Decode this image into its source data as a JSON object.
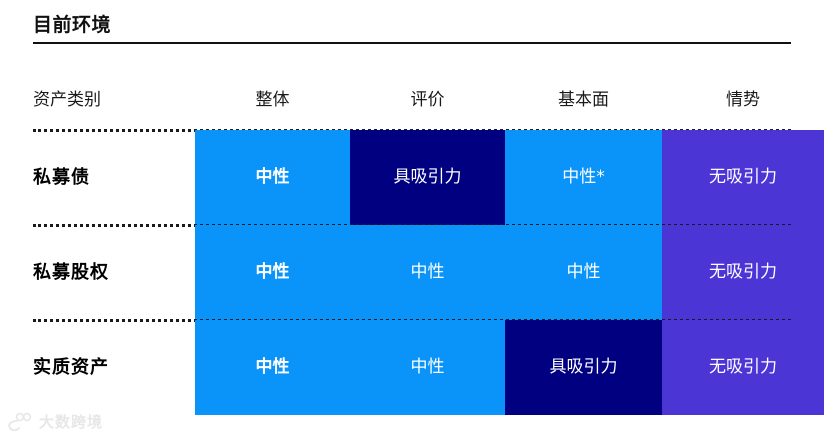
{
  "title": "目前环境",
  "table": {
    "columns": [
      "资产类别",
      "整体",
      "评价",
      "基本面",
      "情势"
    ],
    "rows": [
      {
        "label": "私募债",
        "cells": [
          {
            "text": "中性",
            "color": "#0a93f8",
            "bold": true
          },
          {
            "text": "具吸引力",
            "color": "#000080",
            "bold": false
          },
          {
            "text": "中性*",
            "color": "#0a93f8",
            "bold": false
          },
          {
            "text": "无吸引力",
            "color": "#4b35d5",
            "bold": false
          }
        ]
      },
      {
        "label": "私募股权",
        "cells": [
          {
            "text": "中性",
            "color": "#0a93f8",
            "bold": true
          },
          {
            "text": "中性",
            "color": "#0a93f8",
            "bold": false
          },
          {
            "text": "中性",
            "color": "#0a93f8",
            "bold": false
          },
          {
            "text": "无吸引力",
            "color": "#4b35d5",
            "bold": false
          }
        ]
      },
      {
        "label": "实质资产",
        "cells": [
          {
            "text": "中性",
            "color": "#0a93f8",
            "bold": true
          },
          {
            "text": "中性",
            "color": "#0a93f8",
            "bold": false
          },
          {
            "text": "具吸引力",
            "color": "#000080",
            "bold": false
          },
          {
            "text": "无吸引力",
            "color": "#4b35d5",
            "bold": false
          }
        ]
      }
    ]
  },
  "watermark": {
    "text": "大数跨境",
    "icon": "paw-logo-icon",
    "color": "#e3e3e3"
  },
  "colors": {
    "blue": "#0a93f8",
    "navy": "#000080",
    "purple": "#4b35d5",
    "text_dark": "#111111",
    "background": "#ffffff"
  }
}
